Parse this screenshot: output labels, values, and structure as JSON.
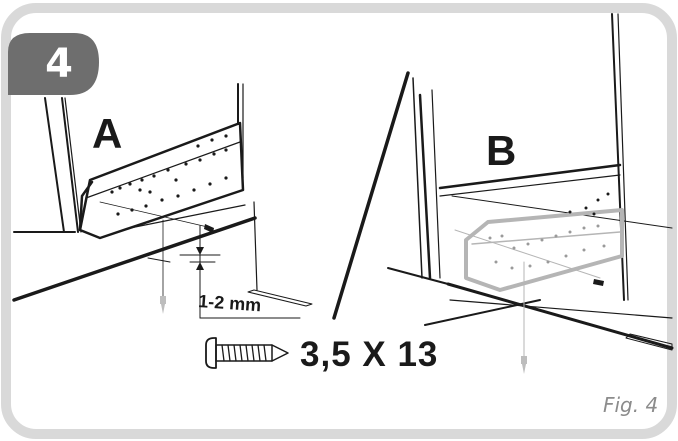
{
  "step": {
    "number": "4"
  },
  "panels": {
    "a_label": "A",
    "b_label": "B"
  },
  "gap": {
    "text": "1-2 mm"
  },
  "screw": {
    "spec": "3,5 X 13"
  },
  "caption": {
    "text": "Fig. 4"
  },
  "colors": {
    "frame_border": "#d9d9d9",
    "step_badge": "#6e6e6e",
    "line": "#1a1a1a",
    "ghost": "#b5b5b5"
  }
}
